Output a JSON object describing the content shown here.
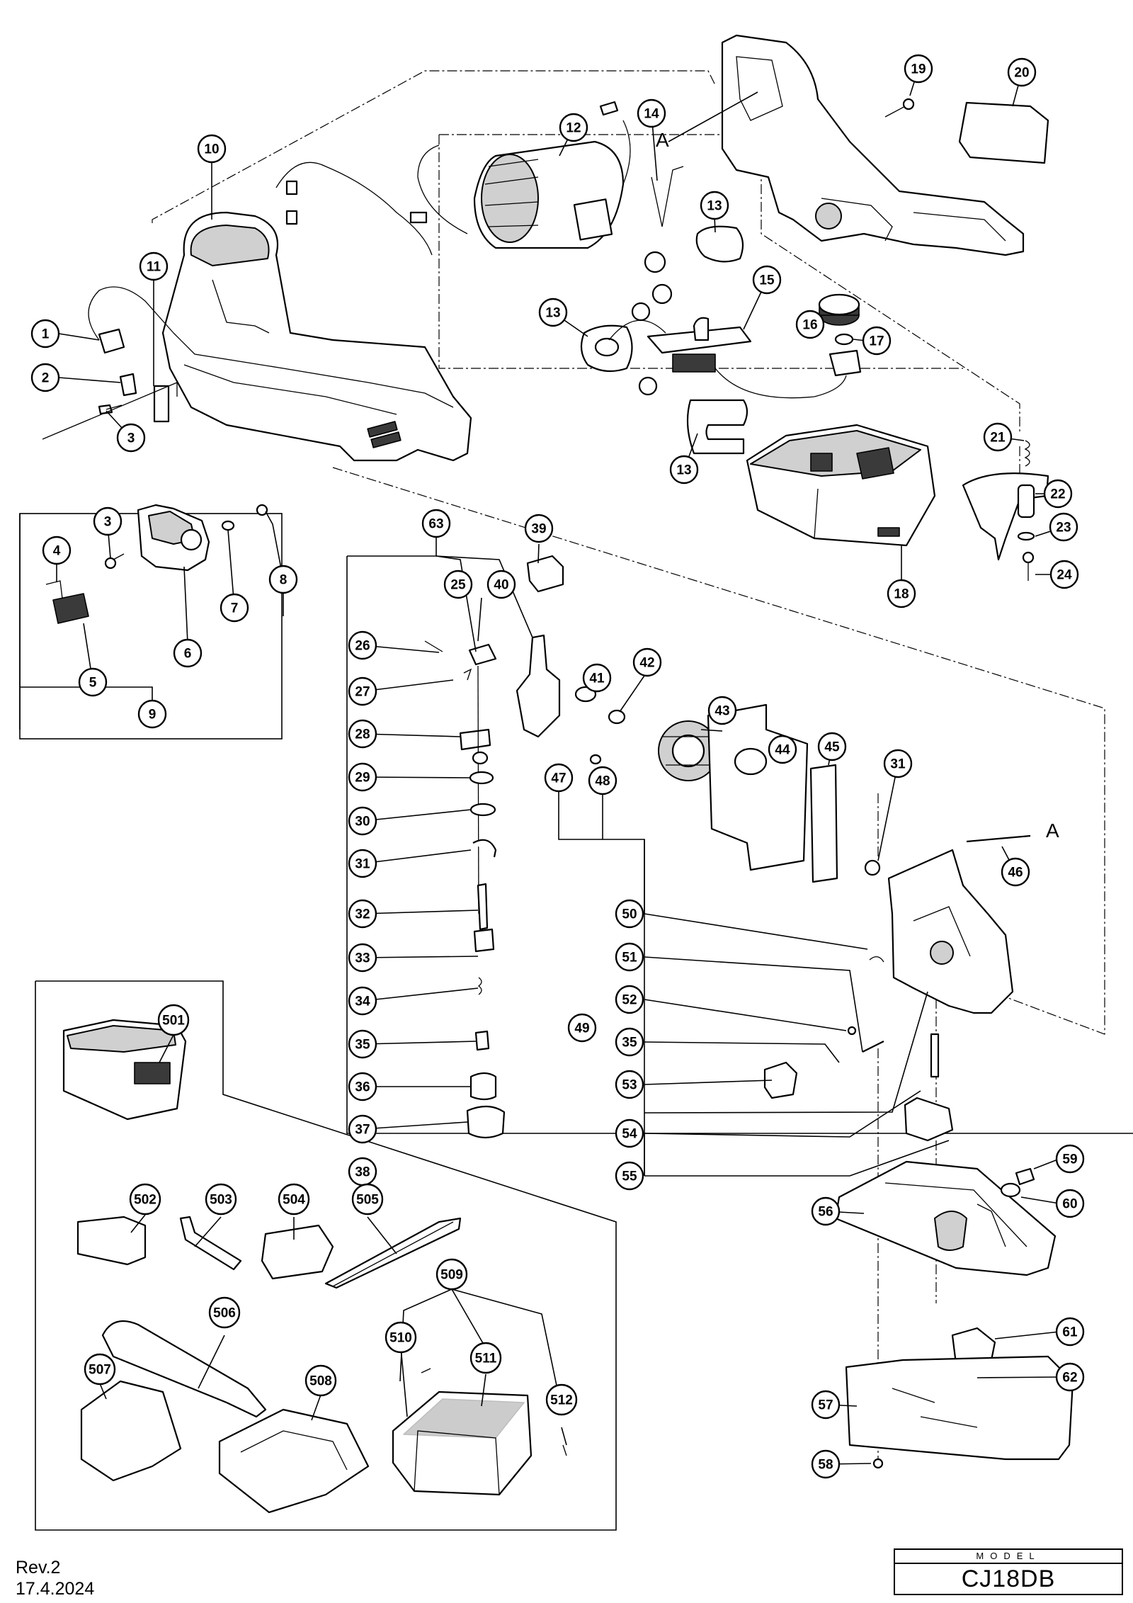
{
  "drawing": {
    "callouts": [
      {
        "id": "c1",
        "label": "1"
      },
      {
        "id": "c2",
        "label": "2"
      },
      {
        "id": "c3a",
        "label": "3"
      },
      {
        "id": "c3b",
        "label": "3"
      },
      {
        "id": "c4",
        "label": "4"
      },
      {
        "id": "c5",
        "label": "5"
      },
      {
        "id": "c6",
        "label": "6"
      },
      {
        "id": "c7",
        "label": "7"
      },
      {
        "id": "c8",
        "label": "8"
      },
      {
        "id": "c9",
        "label": "9"
      },
      {
        "id": "c10",
        "label": "10"
      },
      {
        "id": "c11",
        "label": "11"
      },
      {
        "id": "c12",
        "label": "12"
      },
      {
        "id": "c13a",
        "label": "13"
      },
      {
        "id": "c13b",
        "label": "13"
      },
      {
        "id": "c13c",
        "label": "13"
      },
      {
        "id": "c14",
        "label": "14"
      },
      {
        "id": "c15",
        "label": "15"
      },
      {
        "id": "c16",
        "label": "16"
      },
      {
        "id": "c17",
        "label": "17"
      },
      {
        "id": "c18",
        "label": "18"
      },
      {
        "id": "c19",
        "label": "19"
      },
      {
        "id": "c20",
        "label": "20"
      },
      {
        "id": "c21",
        "label": "21"
      },
      {
        "id": "c22",
        "label": "22"
      },
      {
        "id": "c23",
        "label": "23"
      },
      {
        "id": "c24",
        "label": "24"
      },
      {
        "id": "c25",
        "label": "25"
      },
      {
        "id": "c26",
        "label": "26"
      },
      {
        "id": "c27",
        "label": "27"
      },
      {
        "id": "c28",
        "label": "28"
      },
      {
        "id": "c29",
        "label": "29"
      },
      {
        "id": "c30",
        "label": "30"
      },
      {
        "id": "c31a",
        "label": "31"
      },
      {
        "id": "c31b",
        "label": "31"
      },
      {
        "id": "c32",
        "label": "32"
      },
      {
        "id": "c33",
        "label": "33"
      },
      {
        "id": "c34",
        "label": "34"
      },
      {
        "id": "c35a",
        "label": "35"
      },
      {
        "id": "c35b",
        "label": "35"
      },
      {
        "id": "c36",
        "label": "36"
      },
      {
        "id": "c37",
        "label": "37"
      },
      {
        "id": "c38",
        "label": "38"
      },
      {
        "id": "c39",
        "label": "39"
      },
      {
        "id": "c40",
        "label": "40"
      },
      {
        "id": "c41",
        "label": "41"
      },
      {
        "id": "c42",
        "label": "42"
      },
      {
        "id": "c43",
        "label": "43"
      },
      {
        "id": "c44",
        "label": "44"
      },
      {
        "id": "c45",
        "label": "45"
      },
      {
        "id": "c46",
        "label": "46"
      },
      {
        "id": "c47",
        "label": "47"
      },
      {
        "id": "c48",
        "label": "48"
      },
      {
        "id": "c49",
        "label": "49"
      },
      {
        "id": "c50",
        "label": "50"
      },
      {
        "id": "c51",
        "label": "51"
      },
      {
        "id": "c52",
        "label": "52"
      },
      {
        "id": "c53",
        "label": "53"
      },
      {
        "id": "c54",
        "label": "54"
      },
      {
        "id": "c55",
        "label": "55"
      },
      {
        "id": "c56",
        "label": "56"
      },
      {
        "id": "c57",
        "label": "57"
      },
      {
        "id": "c58",
        "label": "58"
      },
      {
        "id": "c59",
        "label": "59"
      },
      {
        "id": "c60",
        "label": "60"
      },
      {
        "id": "c61",
        "label": "61"
      },
      {
        "id": "c62",
        "label": "62"
      },
      {
        "id": "c63",
        "label": "63"
      },
      {
        "id": "c501",
        "label": "501"
      },
      {
        "id": "c502",
        "label": "502"
      },
      {
        "id": "c503",
        "label": "503"
      },
      {
        "id": "c504",
        "label": "504"
      },
      {
        "id": "c505",
        "label": "505"
      },
      {
        "id": "c506",
        "label": "506"
      },
      {
        "id": "c507",
        "label": "507"
      },
      {
        "id": "c508",
        "label": "508"
      },
      {
        "id": "c509",
        "label": "509"
      },
      {
        "id": "c510",
        "label": "510"
      },
      {
        "id": "c511",
        "label": "511"
      },
      {
        "id": "c512",
        "label": "512"
      }
    ],
    "reference_marks": [
      {
        "id": "refA1",
        "label": "A"
      },
      {
        "id": "refA2",
        "label": "A"
      }
    ]
  },
  "revision": {
    "rev_label": "Rev.2",
    "date": "17.4.2024"
  },
  "model_block": {
    "caption": "MODEL",
    "model": "CJ18DB"
  }
}
